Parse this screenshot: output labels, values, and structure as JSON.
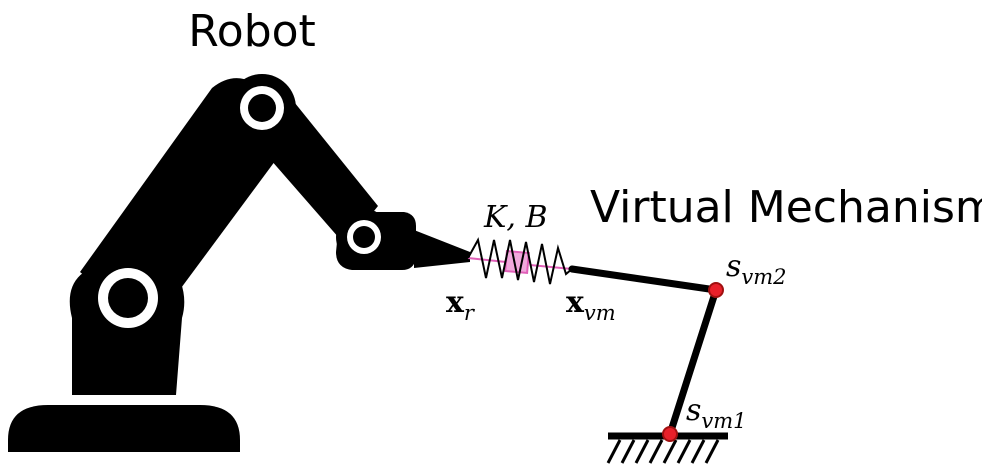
{
  "labels": {
    "robot_title": "Robot",
    "vm_title": "Virtual Mechanism",
    "stiffness_damping": "K, B",
    "xr_main": "x",
    "xr_sub": "r",
    "xvm_main": "x",
    "xvm_sub": "vm",
    "svm1_main": "s",
    "svm1_sub": "vm1",
    "svm2_main": "s",
    "svm2_sub": "vm2"
  },
  "colors": {
    "ink": "#000000",
    "spring_damper": "#e05fb8",
    "damper_fill": "#f0a8dc",
    "joint_fill": "#e8202a",
    "joint_stroke": "#a01010"
  },
  "icons": {
    "robot": "robot-arm-icon",
    "ground": "ground-hatch-icon"
  }
}
